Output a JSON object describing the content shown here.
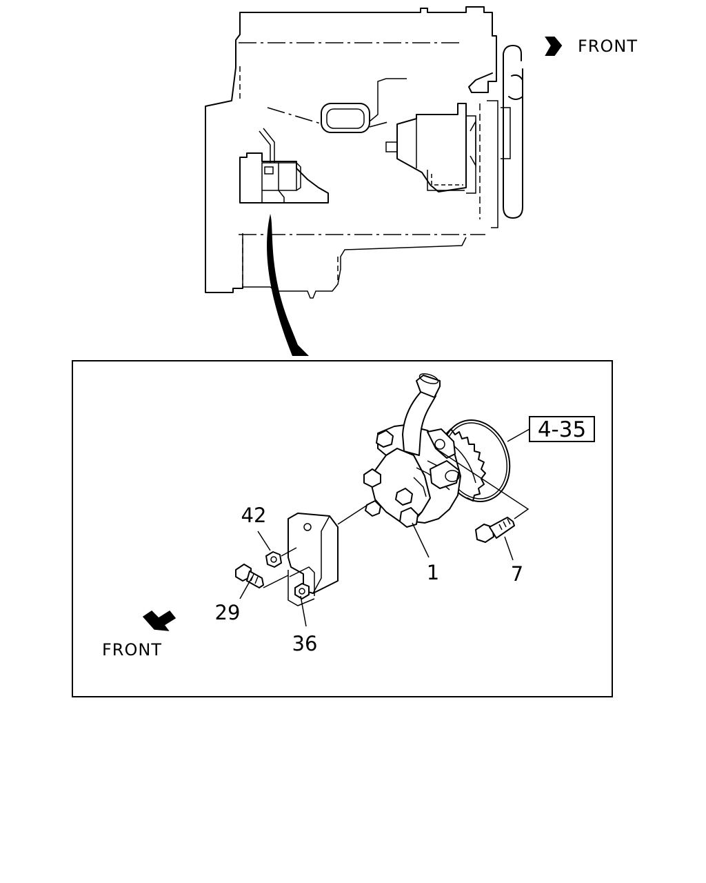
{
  "labels": {
    "top_front": "FRONT",
    "bottom_front": "FRONT",
    "ref_callout": "4-35",
    "part_42": "42",
    "part_29": "29",
    "part_36": "36",
    "part_1": "1",
    "part_7": "7"
  }
}
